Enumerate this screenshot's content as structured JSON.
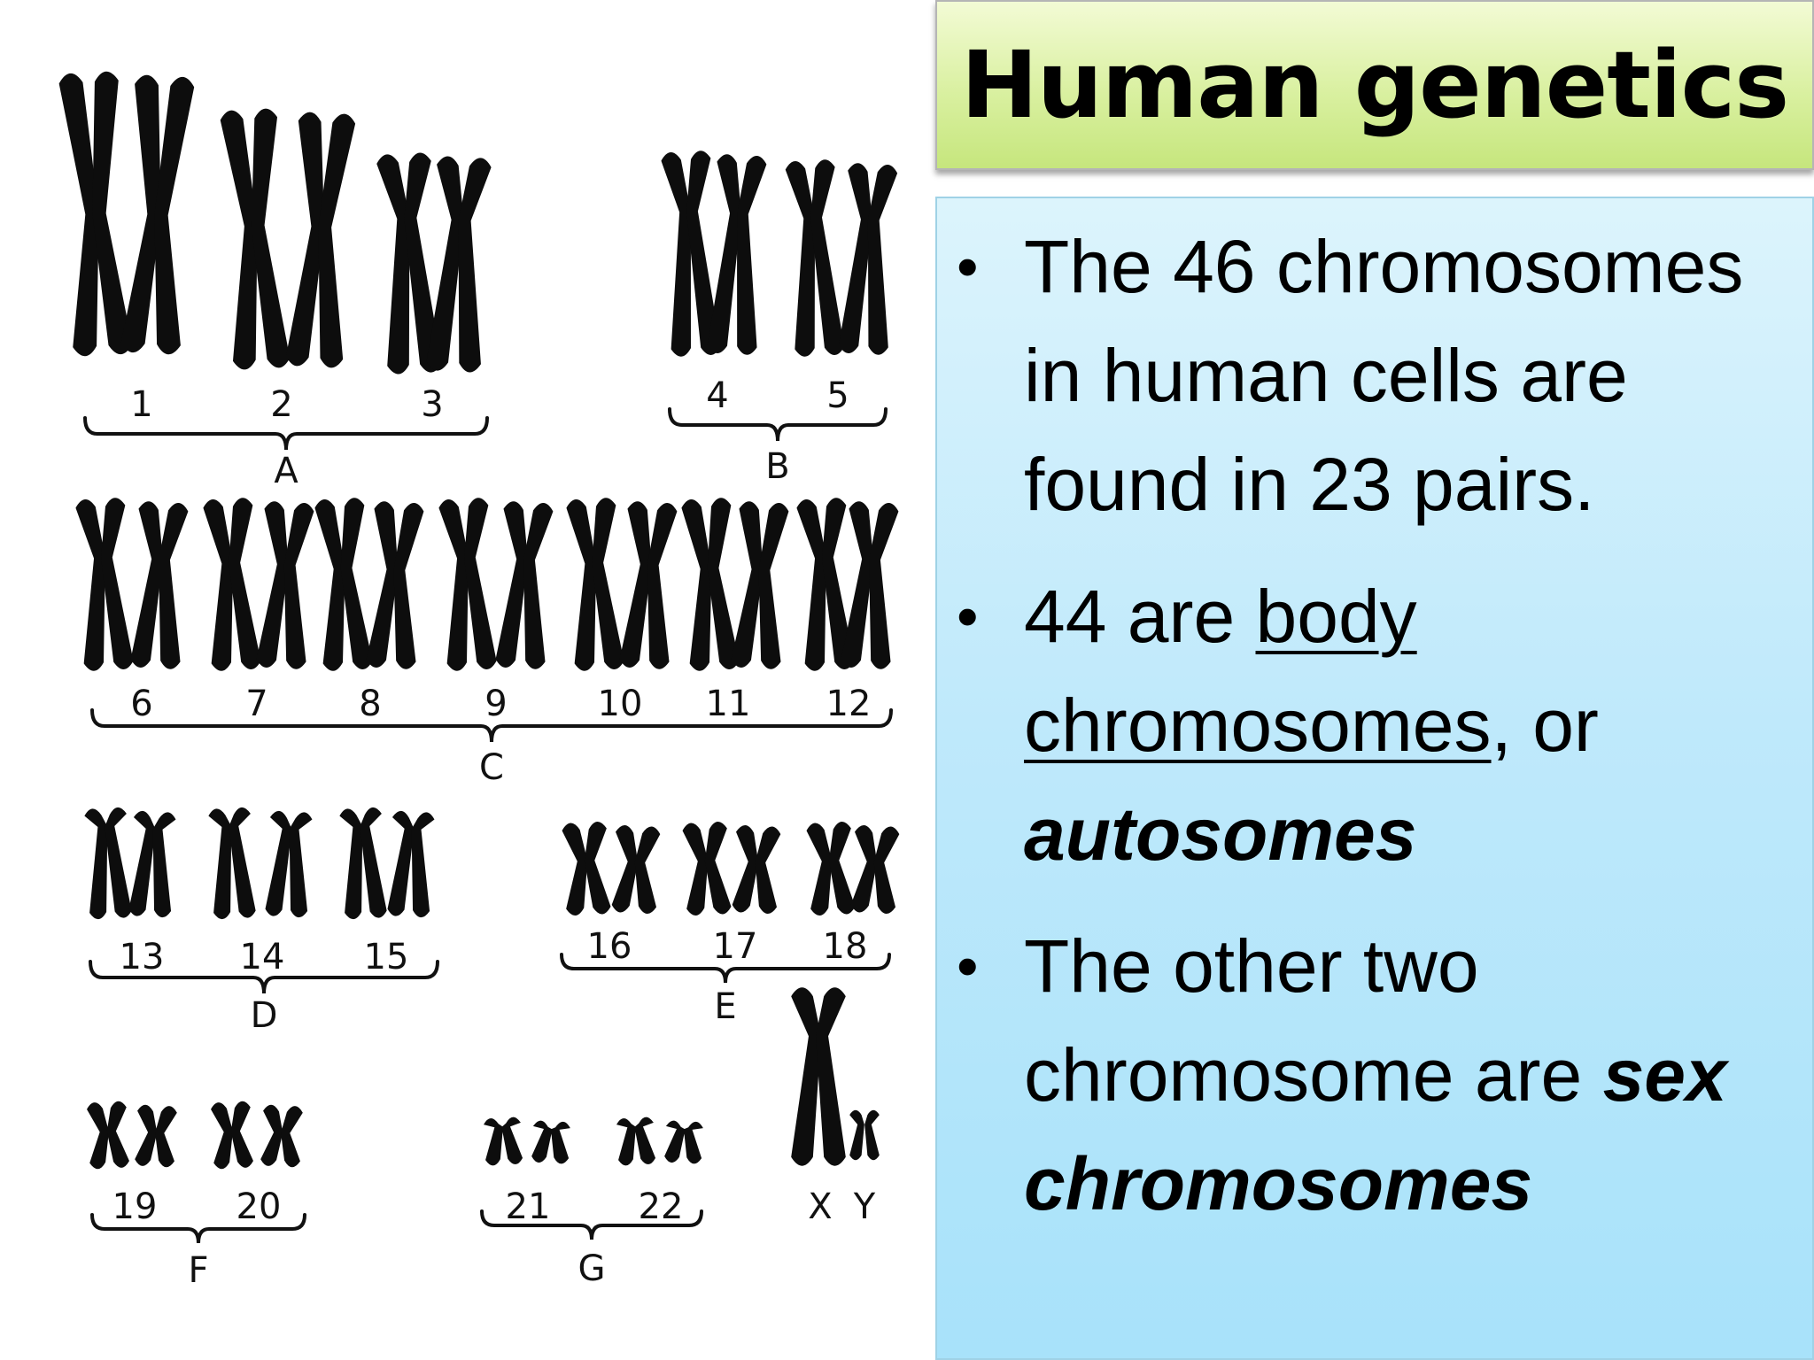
{
  "slide": {
    "title": "Human genetics",
    "bullets": [
      {
        "text": "The 46 chromosomes in human cells are found in 23 pairs."
      },
      {
        "part1": "44 are ",
        "underlined": "body chromosomes",
        "part2": ", or ",
        "emphasis": "autosomes"
      },
      {
        "part1": "The other two chromosome are ",
        "emphasis": "sex chromosomes"
      }
    ]
  },
  "karyotype": {
    "chromosome_labels": [
      "1",
      "2",
      "3",
      "4",
      "5",
      "6",
      "7",
      "8",
      "9",
      "10",
      "11",
      "12",
      "13",
      "14",
      "15",
      "16",
      "17",
      "18",
      "19",
      "20",
      "21",
      "22",
      "X",
      "Y"
    ],
    "group_labels": [
      "A",
      "B",
      "C",
      "D",
      "E",
      "F",
      "G"
    ]
  },
  "icons": {
    "bullet": "•"
  }
}
